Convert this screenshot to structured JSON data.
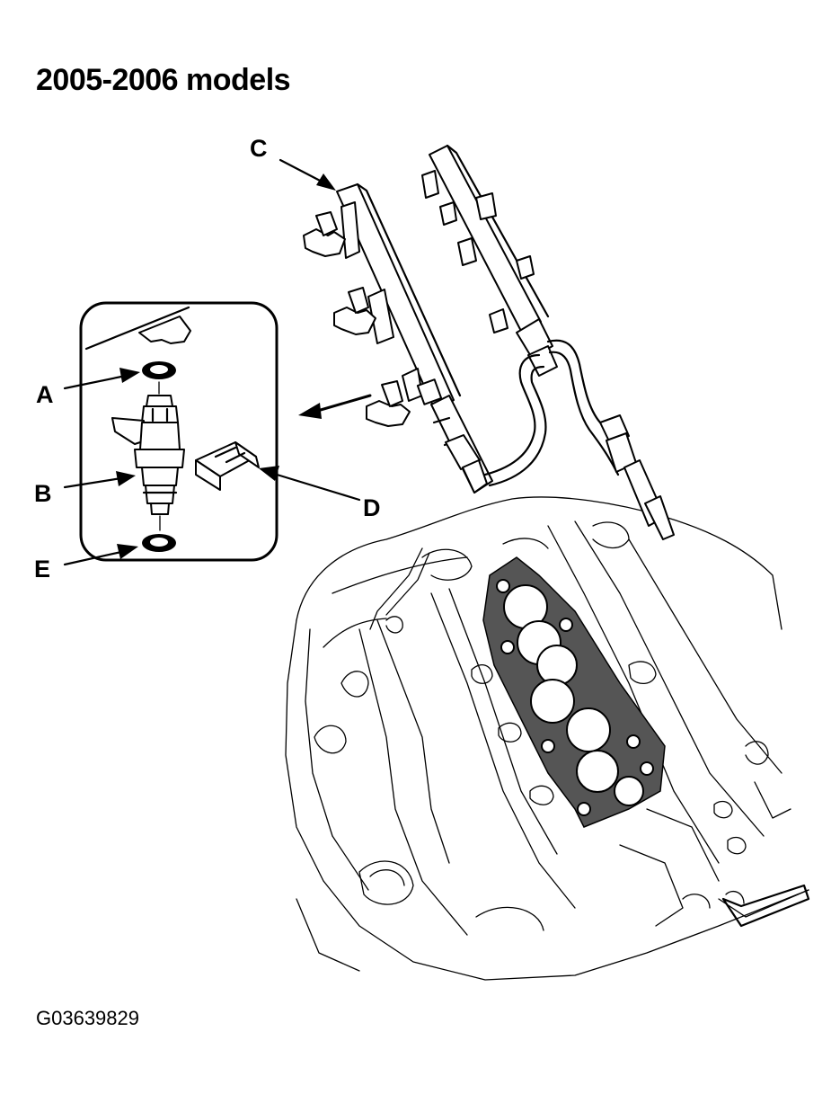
{
  "title": "2005-2006 models",
  "figure_id": "G03639829",
  "callouts": {
    "a": "A",
    "b": "B",
    "c": "C",
    "d": "D",
    "e": "E"
  },
  "icons": {
    "fuel_rail": "fuel-rail-icon",
    "injector": "fuel-injector-icon",
    "o_ring": "o-ring-icon",
    "clip": "injector-clip-icon",
    "engine": "engine-block-icon"
  }
}
